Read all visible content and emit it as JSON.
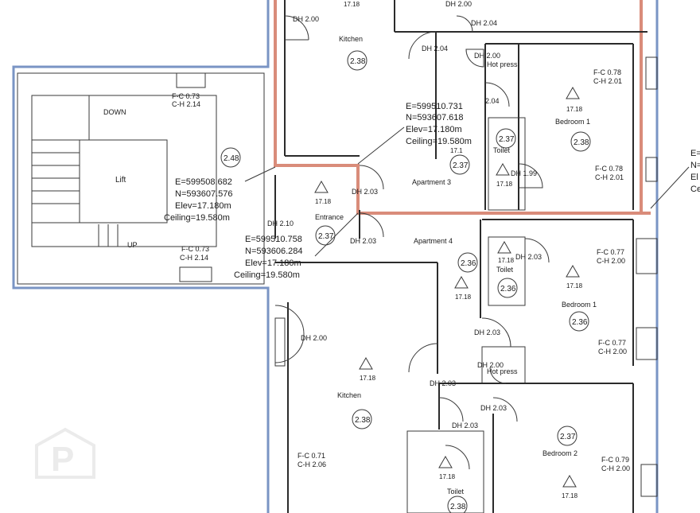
{
  "colors": {
    "outer_wall": "#7a94c4",
    "apartment_boundary": "#d98c7a",
    "lines": "#2b2b2b",
    "watermark": "#e6e6e6"
  },
  "watermark": {
    "icon": "property-logo-icon"
  },
  "survey_points": [
    {
      "e": "E=599510.731",
      "n": "N=593607.618",
      "elev": "Elev=17.180m",
      "ceiling": "Ceiling=19.580m"
    },
    {
      "e": "E=599508.682",
      "n": "N=593607.576",
      "elev": "Elev=17.180m",
      "ceiling": "Ceiling=19.580m"
    },
    {
      "e": "E=599510.758",
      "n": "N=593606.284",
      "elev": "Elev=17.180m",
      "ceiling": "Ceiling=19.580m"
    },
    {
      "e": "E=",
      "n": "N=",
      "elev": "El",
      "ceiling": "Ce"
    }
  ],
  "rooms": {
    "kitchen_top": "Kitchen",
    "bedroom1_top": "Bedroom 1",
    "toilet_top": "Toilet",
    "hot_press_top": "Hot press",
    "apartment3": "Apartment 3",
    "lift": "Lift",
    "entrance": "Entrance",
    "apartment4": "Apartment 4",
    "toilet_mid": "Toilet",
    "bedroom1_bottom": "Bedroom 1",
    "hot_press_bottom": "Hot press",
    "kitchen_bottom": "Kitchen",
    "bedroom2": "Bedroom 2",
    "toilet_bottom": "Toilet"
  },
  "stairs": {
    "down": "DOWN",
    "up": "UP"
  },
  "ceiling_heights": {
    "kitchen_top": "2.38",
    "bedroom1_top": "2.38",
    "toilet_top": "2.37",
    "apartment3": "2.37",
    "lift_lobby": "2.48",
    "entrance": "2.37",
    "apartment4": "2.36",
    "toilet_mid": "2.36",
    "bedroom1_bottom": "2.36",
    "kitchen_bottom": "2.38",
    "bedroom2": "2.37",
    "toilet_bottom": "2.38"
  },
  "level_value": "17.18",
  "level_partial": "17.1",
  "door_heights": {
    "dh_200_kitchen_top": "DH 2.00",
    "dh_200_a": "DH 2.00",
    "dh_204_a": "DH 2.04",
    "dh_204_b": "DH 2.04",
    "dh_200_hotpress_top": "DH 2.00",
    "dh_204_c": "2.04",
    "dh_199": "DH 1.99",
    "dh_203_entrance": "DH 2.03",
    "dh_210": "DH 2.10",
    "dh_203_b": "DH 2.03",
    "dh_203_toilet": "DH 2.03",
    "dh_200_kitchen_bottom": "DH 2.00",
    "dh_203_c": "DH 2.03",
    "dh_200_hotpress_bottom": "DH 2.00",
    "dh_203_d": "DH 2.03",
    "dh_203_e": "DH 2.03",
    "dh_203_f": "DH 2.03"
  },
  "fc_ch": {
    "lift_top_fc": "F-C 0.73",
    "lift_top_ch": "C-H 2.14",
    "lift_bottom_fc": "F-C 0.73",
    "lift_bottom_ch": "C-H 2.14",
    "bed1_top_a_fc": "F-C 0.78",
    "bed1_top_a_ch": "C-H 2.01",
    "bed1_top_b_fc": "F-C 0.78",
    "bed1_top_b_ch": "C-H 2.01",
    "bed1_bot_a_fc": "F-C 0.77",
    "bed1_bot_a_ch": "C-H 2.00",
    "bed1_bot_b_fc": "F-C 0.77",
    "bed1_bot_b_ch": "C-H 2.00",
    "kitchen_bot_fc": "F-C 0.71",
    "kitchen_bot_ch": "C-H 2.06",
    "bed2_fc": "F-C 0.79",
    "bed2_ch": "C-H 2.00"
  }
}
